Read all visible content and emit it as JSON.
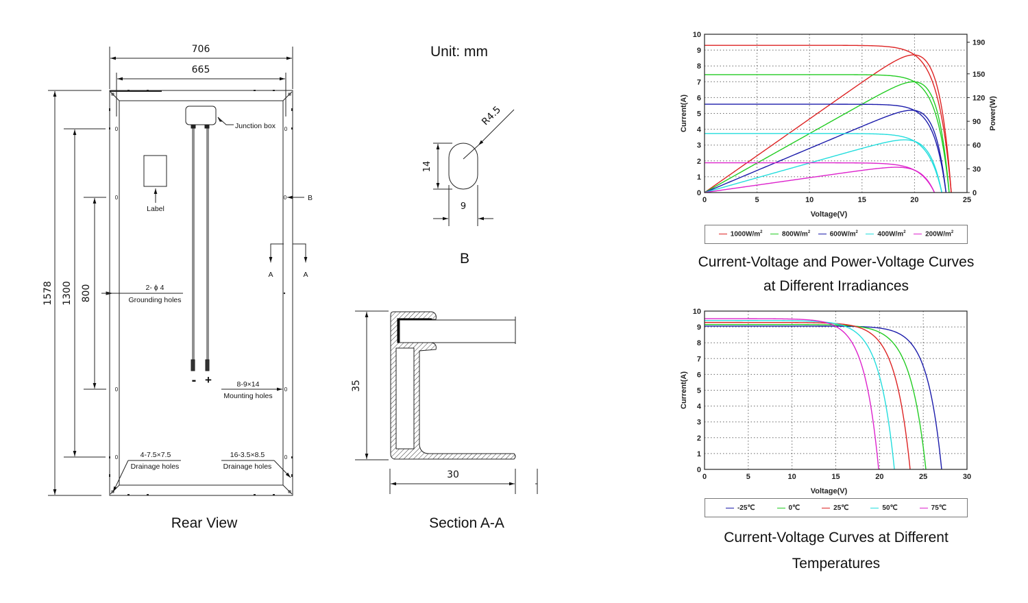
{
  "unit_label": "Unit: mm",
  "rear_view": {
    "caption": "Rear View",
    "dims": {
      "outer_width": "706",
      "inner_width": "665",
      "height_total": "1578",
      "height_1300": "1300",
      "height_800": "800"
    },
    "labels": {
      "junction_box": "Junction box",
      "label": "Label",
      "grounding_spec": "2- ϕ 4",
      "grounding_text": "Grounding holes",
      "mounting_spec": "8-9×14",
      "mounting_text": "Mounting holes",
      "drain_left_spec": "4-7.5×7.5",
      "drain_left_text": "Drainage holes",
      "drain_right_spec": "16-3.5×8.5",
      "drain_right_text": "Drainage holes",
      "minus": "-",
      "plus": "+",
      "section_a": "A",
      "detail_b": "B",
      "hole_mark": "0"
    }
  },
  "detail_b": {
    "caption": "B",
    "radius": "R4.5",
    "height": "14",
    "width": "9"
  },
  "section_aa": {
    "caption": "Section A-A",
    "height": "35",
    "width": "30"
  },
  "chart_data": [
    {
      "type": "line",
      "title": "Current-Voltage and Power-Voltage Curves",
      "subtitle": "at Different Irradiances",
      "xlabel": "Voltage(V)",
      "ylabel": "Current(A)",
      "y2label": "Power(W)",
      "xlim": [
        0,
        25
      ],
      "ylim": [
        0,
        10
      ],
      "y2lim": [
        0,
        200
      ],
      "xticks": [
        "0",
        "5",
        "10",
        "15",
        "20",
        "25"
      ],
      "yticks": [
        "0",
        "1",
        "2",
        "3",
        "4",
        "5",
        "6",
        "7",
        "8",
        "9",
        "10"
      ],
      "y2ticks": [
        "0",
        "30",
        "60",
        "90",
        "120",
        "150",
        "190"
      ],
      "y2tick_values": [
        0,
        30,
        60,
        90,
        120,
        150,
        190
      ],
      "grid": true,
      "legend_position": "bottom",
      "series": [
        {
          "name": "1000W/m2",
          "legend": "1000W/m",
          "color": "#dd2222",
          "isc": 9.3,
          "voc": 23.5,
          "vmp": 19.0,
          "imp": 9.15,
          "pmax": 183
        },
        {
          "name": "800W/m2",
          "legend": "800W/m",
          "color": "#22cc22",
          "isc": 7.45,
          "voc": 23.3,
          "vmp": 19.0,
          "imp": 7.35,
          "pmax": 148
        },
        {
          "name": "600W/m2",
          "legend": "600W/m",
          "color": "#1a1aaa",
          "isc": 5.58,
          "voc": 23.0,
          "vmp": 19.0,
          "imp": 5.5,
          "pmax": 111
        },
        {
          "name": "400W/m2",
          "legend": "400W/m",
          "color": "#22dddd",
          "isc": 3.73,
          "voc": 22.6,
          "vmp": 18.5,
          "imp": 3.65,
          "pmax": 73
        },
        {
          "name": "200W/m2",
          "legend": "200W/m",
          "color": "#dd22cc",
          "isc": 1.88,
          "voc": 21.9,
          "vmp": 18.0,
          "imp": 1.82,
          "pmax": 36
        }
      ],
      "legend_sup": "2"
    },
    {
      "type": "line",
      "title": "Current-Voltage Curves at Different",
      "subtitle": "Temperatures",
      "xlabel": "Voltage(V)",
      "ylabel": "Current(A)",
      "xlim": [
        0,
        30
      ],
      "ylim": [
        0,
        10
      ],
      "xticks": [
        "0",
        "5",
        "10",
        "15",
        "20",
        "25",
        "30"
      ],
      "yticks": [
        "0",
        "1",
        "2",
        "3",
        "4",
        "5",
        "6",
        "7",
        "8",
        "9",
        "10"
      ],
      "grid": true,
      "legend_position": "bottom",
      "series": [
        {
          "name": "-25℃",
          "color": "#1a1aaa",
          "isc": 9.05,
          "voc": 27.1,
          "knee": 22.5
        },
        {
          "name": "0℃",
          "color": "#22cc22",
          "isc": 9.15,
          "voc": 25.3,
          "knee": 20.5
        },
        {
          "name": "25℃",
          "color": "#dd2222",
          "isc": 9.28,
          "voc": 23.5,
          "knee": 18.8
        },
        {
          "name": "50℃",
          "color": "#22dddd",
          "isc": 9.4,
          "voc": 21.7,
          "knee": 17.0
        },
        {
          "name": "75℃",
          "color": "#dd22cc",
          "isc": 9.52,
          "voc": 19.9,
          "knee": 15.3
        }
      ]
    }
  ]
}
